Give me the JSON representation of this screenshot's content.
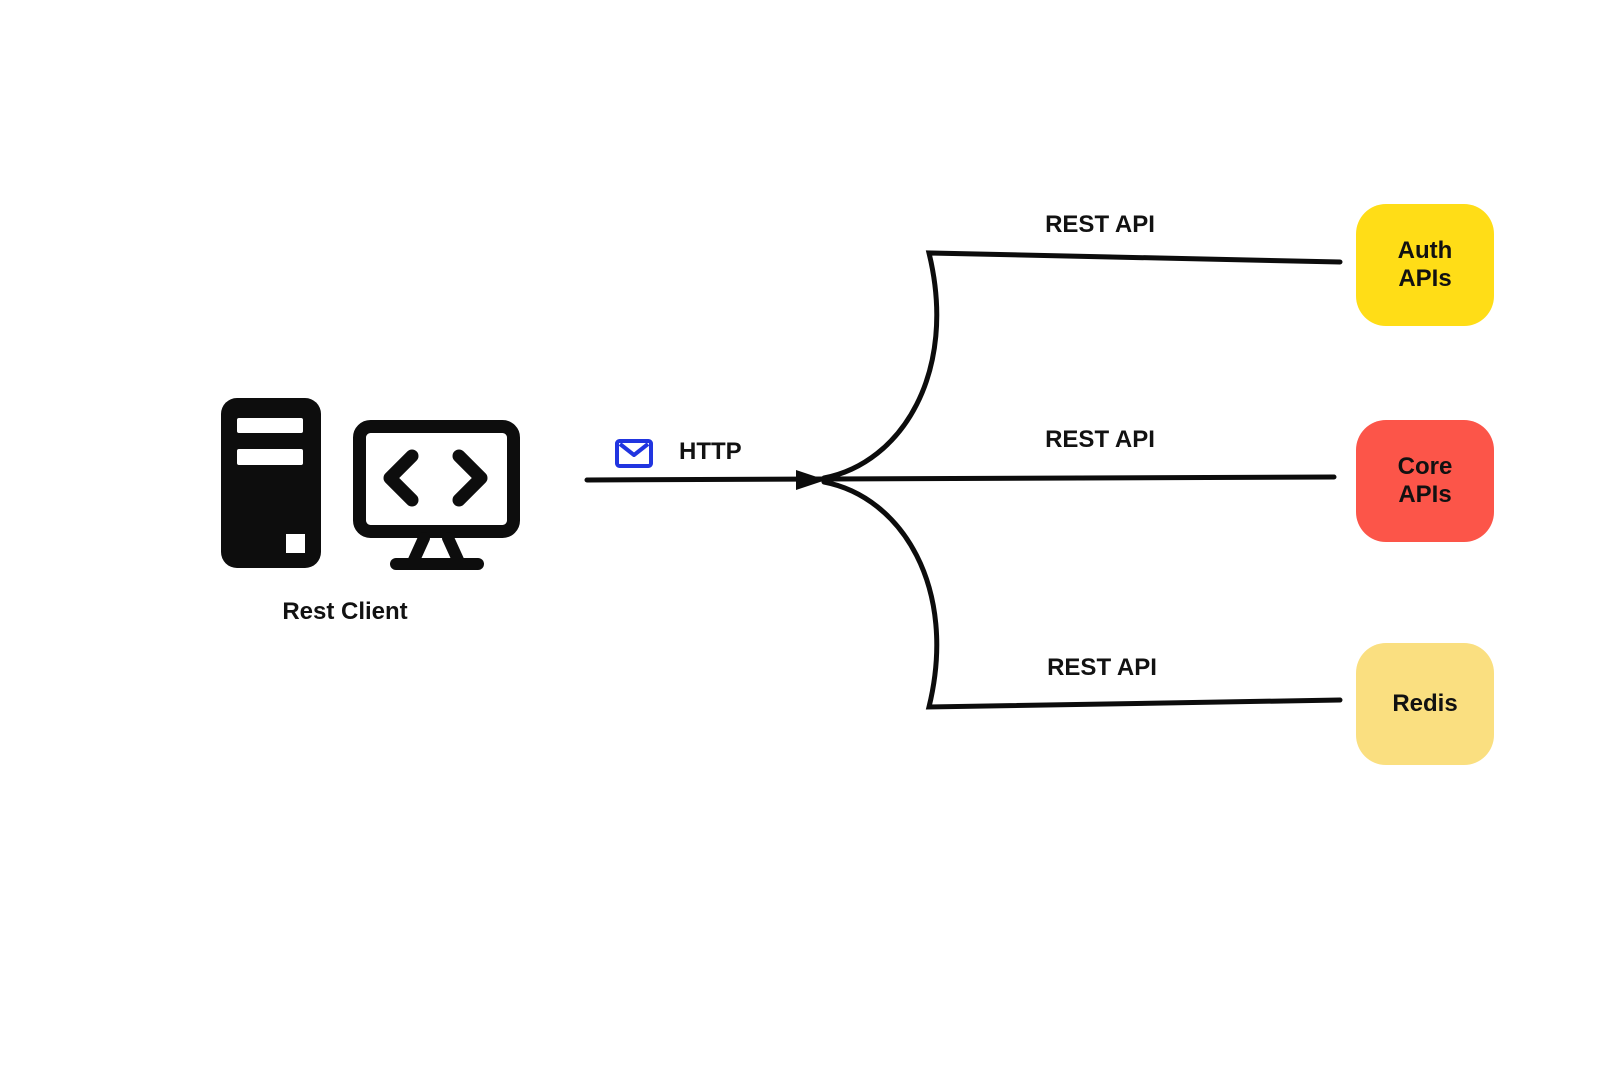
{
  "client": {
    "label": "Rest Client",
    "icon": "computer-icon"
  },
  "protocol": {
    "label": "HTTP",
    "icon": "mail-icon"
  },
  "connections": [
    {
      "label": "REST API",
      "target": "Auth APIs"
    },
    {
      "label": "REST API",
      "target": "Core APIs"
    },
    {
      "label": "REST API",
      "target": "Redis"
    }
  ],
  "nodes": [
    {
      "label": "Auth APIs",
      "color": "#FFDD17"
    },
    {
      "label": "Core APIs",
      "color": "#FC5549"
    },
    {
      "label": "Redis",
      "color": "#FADF80"
    }
  ],
  "colors": {
    "line": "#0C0C0C",
    "text": "#121212",
    "mail_icon": "#2135E0",
    "background": "#FFFFFF"
  }
}
